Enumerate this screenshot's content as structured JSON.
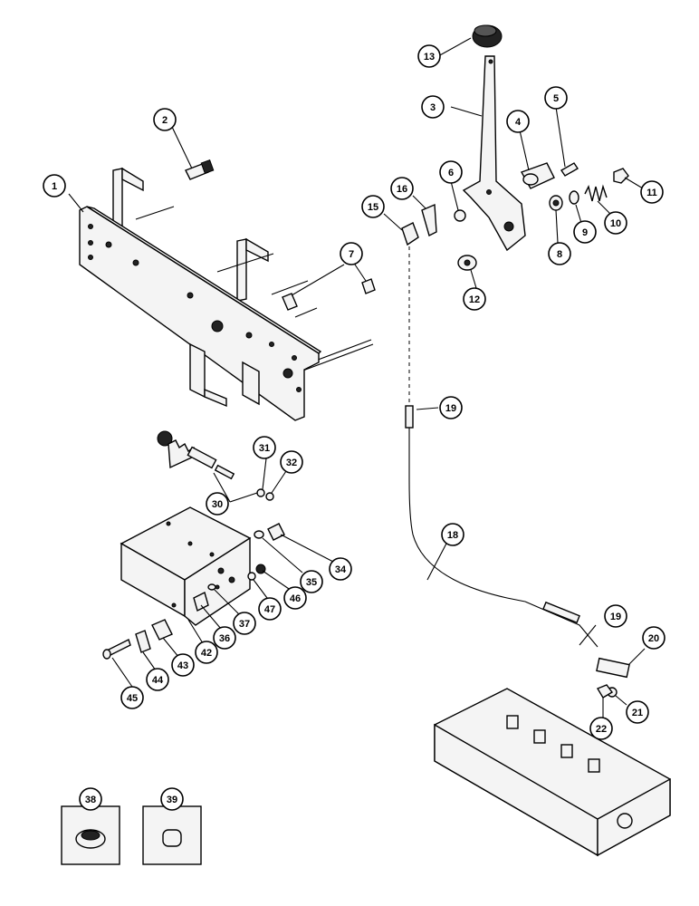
{
  "diagram": {
    "callouts": [
      {
        "id": "c1",
        "label": "1"
      },
      {
        "id": "c2",
        "label": "2"
      },
      {
        "id": "c3",
        "label": "3"
      },
      {
        "id": "c4",
        "label": "4"
      },
      {
        "id": "c5",
        "label": "5"
      },
      {
        "id": "c6",
        "label": "6"
      },
      {
        "id": "c7",
        "label": "7"
      },
      {
        "id": "c8",
        "label": "8"
      },
      {
        "id": "c9",
        "label": "9"
      },
      {
        "id": "c10",
        "label": "10"
      },
      {
        "id": "c11",
        "label": "11"
      },
      {
        "id": "c12",
        "label": "12"
      },
      {
        "id": "c13",
        "label": "13"
      },
      {
        "id": "c15",
        "label": "15"
      },
      {
        "id": "c16",
        "label": "16"
      },
      {
        "id": "c18",
        "label": "18"
      },
      {
        "id": "c19a",
        "label": "19"
      },
      {
        "id": "c19b",
        "label": "19"
      },
      {
        "id": "c20",
        "label": "20"
      },
      {
        "id": "c21",
        "label": "21"
      },
      {
        "id": "c22",
        "label": "22"
      },
      {
        "id": "c30",
        "label": "30"
      },
      {
        "id": "c31",
        "label": "31"
      },
      {
        "id": "c32",
        "label": "32"
      },
      {
        "id": "c34",
        "label": "34"
      },
      {
        "id": "c35",
        "label": "35"
      },
      {
        "id": "c36",
        "label": "36"
      },
      {
        "id": "c37",
        "label": "37"
      },
      {
        "id": "c38",
        "label": "38"
      },
      {
        "id": "c39",
        "label": "39"
      },
      {
        "id": "c42",
        "label": "42"
      },
      {
        "id": "c43",
        "label": "43"
      },
      {
        "id": "c44",
        "label": "44"
      },
      {
        "id": "c45",
        "label": "45"
      },
      {
        "id": "c46",
        "label": "46"
      },
      {
        "id": "c47",
        "label": "47"
      }
    ]
  }
}
